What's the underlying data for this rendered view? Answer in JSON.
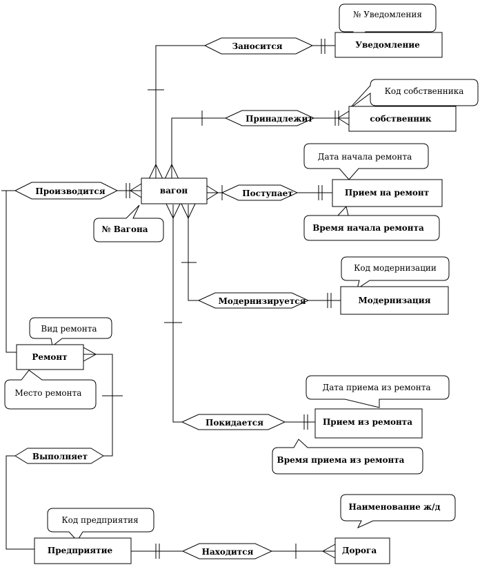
{
  "entities": {
    "vagon": "вагон",
    "uvedomlenie": "Уведомление",
    "sobstvennik": "собственник",
    "priem_na_remont": "Прием на ремонт",
    "modernizaciya": "Модернизация",
    "remont": "Ремонт",
    "priem_iz_remonta": "Прием из ремонта",
    "predpriyatie": "Предприятие",
    "doroga": "Дорога"
  },
  "relationships": {
    "zanositsya": "Заносится",
    "prinadlezhit": "Принадлежит",
    "postupaet": "Поступает",
    "proizvoditsya": "Производится",
    "moderniziruetsya": "Модернизируется",
    "pokidaet": "Покидается",
    "vypolnyaet": "Выполняет",
    "nahoditsya": "Находится"
  },
  "attributes": {
    "nomer_uvedomleniya": "№ Уведомления",
    "kod_sobstvennika": "Код собственника",
    "data_nachala": "Дата начала ремонта",
    "vremya_nachala": "Время начала ремонта",
    "nomer_vagona": "№ Вагона",
    "kod_modernizacii": "Код модернизации",
    "vid_remonta": "Вид ремонта",
    "mesto_remonta": "Место ремонта",
    "data_priema": "Дата приема из ремонта",
    "vremya_priema": "Время приема из ремонта",
    "kod_predpriyatiya": "Код предприятия",
    "naimenovanie_zhd": "Наименование ж/д"
  }
}
